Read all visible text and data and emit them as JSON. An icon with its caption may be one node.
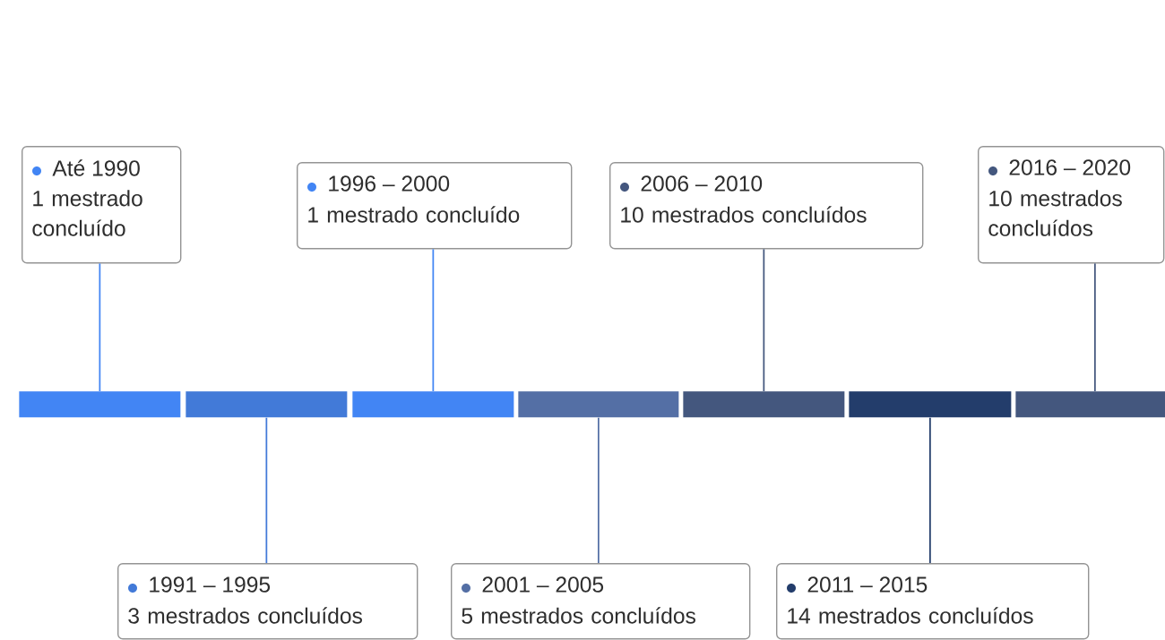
{
  "diagram": {
    "nodes": [
      {
        "text": [
          "Até 1990",
          "1 mestrado concluído"
        ]
      },
      {
        "text": [
          "1991 – 1995",
          "3 mestrados concluídos"
        ]
      },
      {
        "text": [
          "1996 – 2000",
          "1 mestrado concluído"
        ]
      },
      {
        "text": [
          "2001 – 2005",
          "5 mestrados concluídos"
        ]
      },
      {
        "text": [
          "2006 – 2010",
          "10 mestrados concluídos"
        ]
      },
      {
        "text": [
          "2011 – 2015",
          "14 mestrados concluídos"
        ]
      },
      {
        "text": [
          "2016 – 2020",
          "10 mestrados concluídos"
        ]
      },
      {
        "text": [],
        "shape": "bar"
      },
      {
        "text": [],
        "shape": "bar"
      },
      {
        "text": [],
        "shape": "bar"
      },
      {
        "text": [],
        "shape": "bar"
      },
      {
        "text": [],
        "shape": "bar"
      },
      {
        "text": [],
        "shape": "bar"
      },
      {
        "text": [],
        "shape": "bar"
      }
    ],
    "edges": [
      {
        "from": 0,
        "to": 7,
        "arrow": "none",
        "color": "#4285f4"
      },
      {
        "from": 1,
        "to": 8,
        "arrow": "none",
        "color": "#427ad8"
      },
      {
        "from": 2,
        "to": 9,
        "arrow": "none",
        "color": "#4285f4"
      },
      {
        "from": 3,
        "to": 10,
        "arrow": "none",
        "color": "#546fa5"
      },
      {
        "from": 4,
        "to": 11,
        "arrow": "none",
        "color": "#44577e"
      },
      {
        "from": 5,
        "to": 12,
        "arrow": "none",
        "color": "#233d6b"
      },
      {
        "from": 6,
        "to": 13,
        "arrow": "none",
        "color": "#44577e"
      }
    ]
  }
}
